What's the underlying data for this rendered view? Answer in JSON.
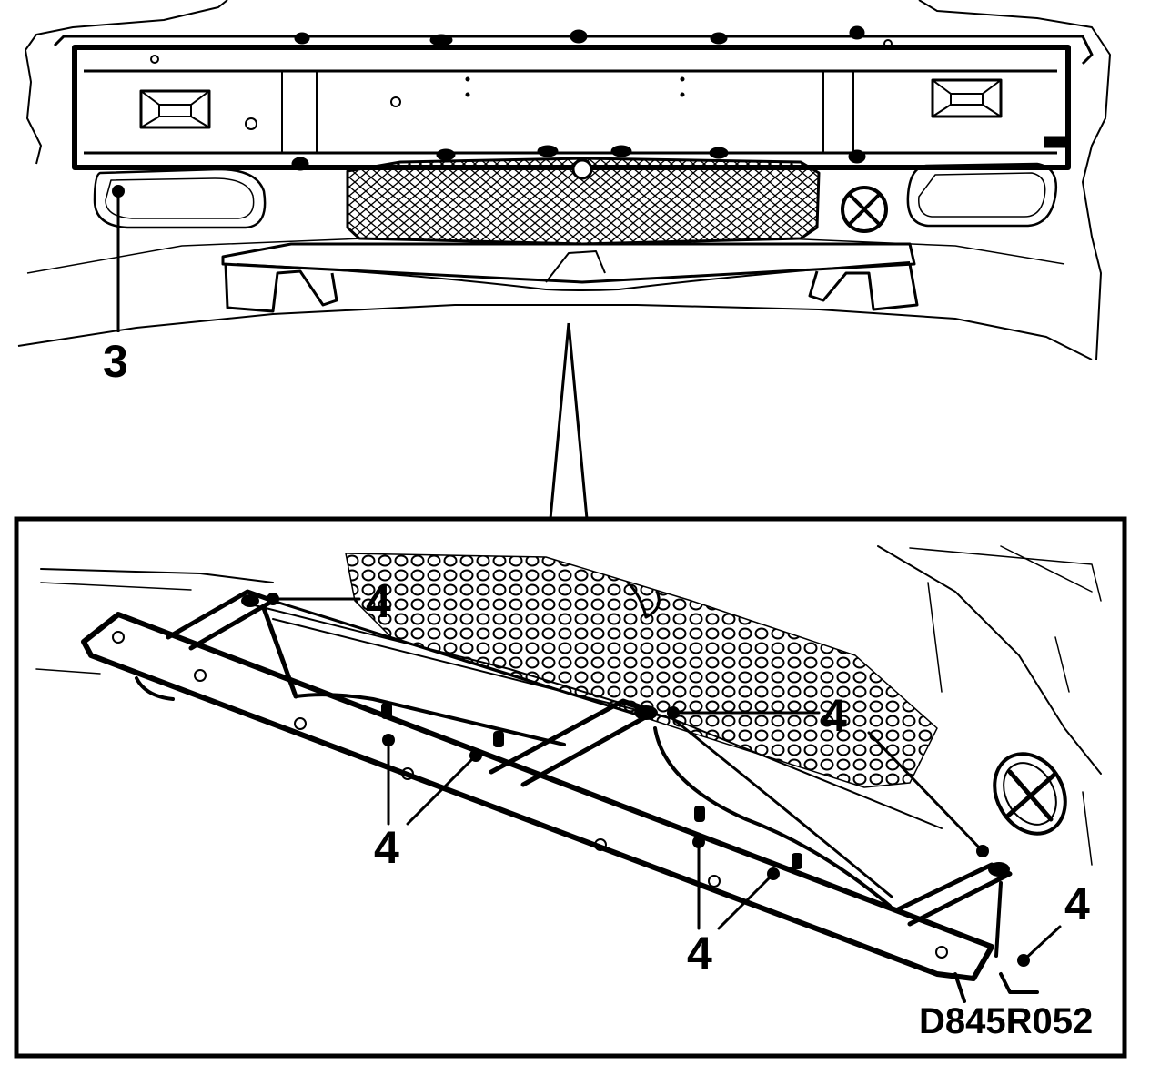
{
  "overview": {
    "callout_3": "3"
  },
  "detail": {
    "callout_4_a": "4",
    "callout_4_b": "4",
    "callout_4_c": "4",
    "callout_4_d": "4",
    "callout_4_e": "4",
    "image_code": "D845R052"
  },
  "colors": {
    "line": "#000000",
    "background": "#ffffff"
  }
}
